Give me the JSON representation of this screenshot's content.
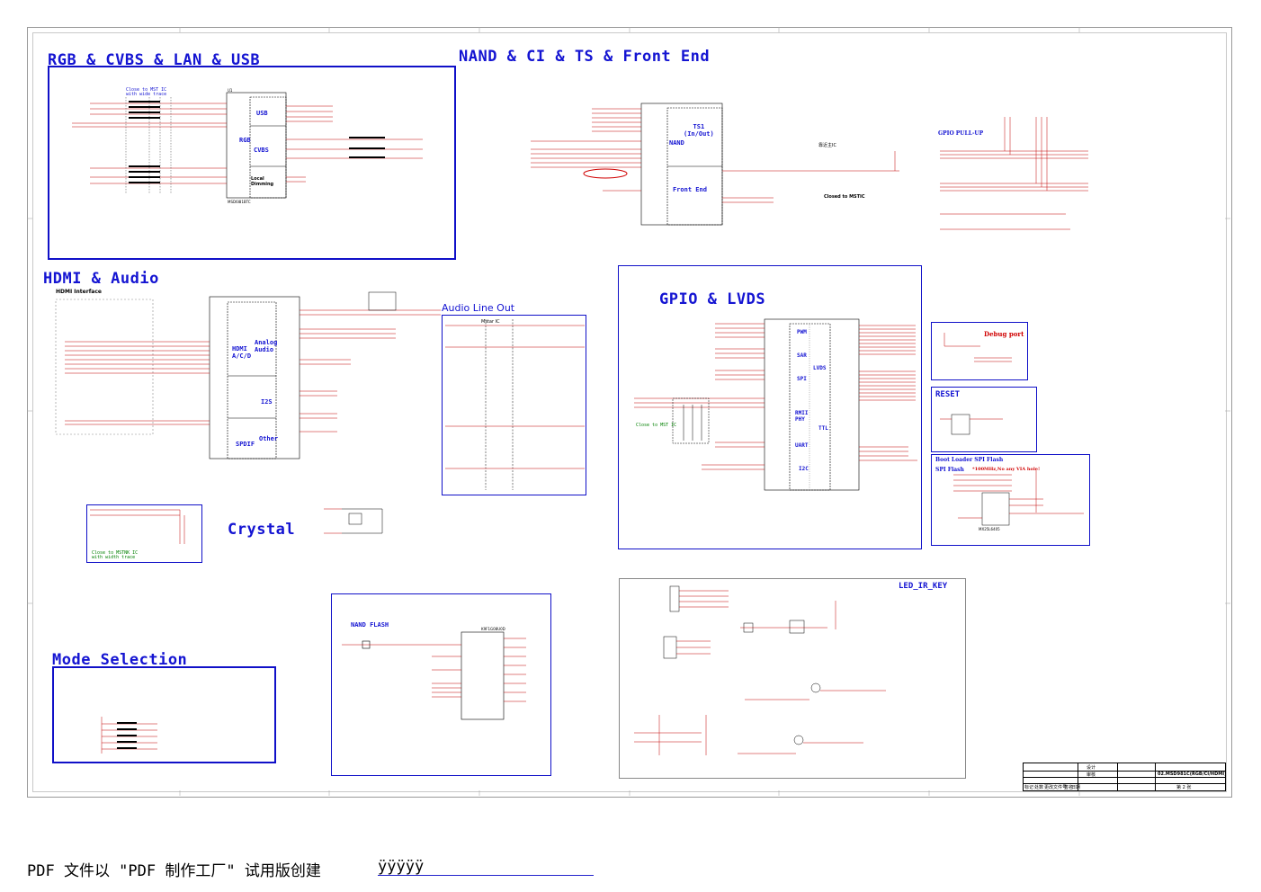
{
  "sections": {
    "rgb": "RGB & CVBS & LAN & USB",
    "nand": "NAND & CI & TS & Front End",
    "hdmi": "HDMI & Audio",
    "gpio": "GPIO & LVDS",
    "crystal": "Crystal",
    "mode": "Mode Selection",
    "audio_line_out": "Audio Line Out",
    "led": "LED_IR_KEY",
    "nand_flash": "NAND FLASH",
    "gpio_pullup": "GPIO PULL-UP",
    "debug": "Debug port",
    "reset": "RESET",
    "boot": "Boot Loader SPI Flash",
    "spi_flash": "SPI Flash",
    "spi_note": "*100MHz,No any VIA hole!",
    "hdmi_interface": "HDMI Interface"
  },
  "block_labels": {
    "usb": "USB",
    "rgb": "RGB",
    "cvbs": "CVBS",
    "local_dimming": "Local\nDimming",
    "ts1": "TS1\n(In/Out)",
    "nand": "NAND",
    "front_end": "Front End",
    "hdmi_ac": "HDMI\nA/C/D",
    "analog_audio": "Analog\nAudio",
    "i2s": "I2S",
    "other": "Other",
    "spdif": "SPDIF",
    "pwm": "PWM",
    "sar": "SAR",
    "spi": "SPI",
    "rmii": "RMII\nPHY",
    "uart": "UART",
    "i2c": "I2C",
    "lvds": "LVDS",
    "ttl": "TTL"
  },
  "notes": {
    "close_mst": "Close to MST IC",
    "with_trace": "with wide trace",
    "closed_mstic": "Closed to MSTIC",
    "close_msdnk": "Close to MSTNK IC",
    "width_trace": "with width trace",
    "close_mst_ic2": "Close to MST IC",
    "tuner_ic": "靠近主IC",
    "mstar_ic": "Mstar IC",
    "chip_u1": "U1",
    "part_u1": "MSD6I81BTC",
    "flash_part": "K9F1G08U0D",
    "spi_part": "MX25L6405"
  },
  "title_block": {
    "sheet_title": "02.MSD981C(RGB/CI/HDMI)",
    "rows": [
      "标记",
      "处数",
      "更改文件号",
      "签名",
      "日期"
    ],
    "labels": [
      "设计",
      "审核"
    ],
    "page": "第  2  张"
  },
  "footer": {
    "text": "PDF 文件以 \"PDF 制作工厂\" 试用版创建",
    "link": "ÿÿÿÿÿ"
  }
}
